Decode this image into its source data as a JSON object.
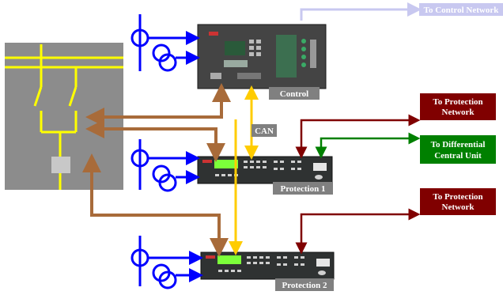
{
  "labels": {
    "control_network": "To Control Network",
    "control": "Control",
    "can": "CAN",
    "protection_1": "Protection 1",
    "protection_2": "Protection 2",
    "to_protection_network_top": [
      "To Protection",
      "Network"
    ],
    "to_differential": [
      "To Differential",
      "Central Unit"
    ],
    "to_protection_network_bottom": [
      "To Protection",
      "Network"
    ]
  },
  "colors": {
    "switchgear": "#8c8c8c",
    "busbar": "#ffff00",
    "ct_blue": "#0000ff",
    "control_link": "#a86b3a",
    "can_bus": "#ffcc00",
    "protection_network": "#800000",
    "differential": "#008000",
    "control_network": "#c8c8f0",
    "label_gray": "#808080",
    "device_dark": "#2f3232",
    "lcd_green": "#7cff3a"
  }
}
